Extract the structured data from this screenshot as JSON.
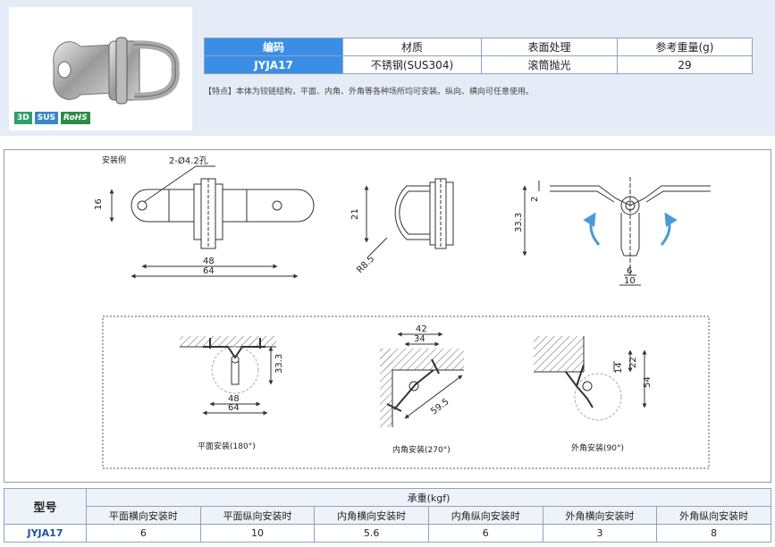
{
  "product": {
    "badges": [
      "3D",
      "SUS",
      "RoHS"
    ]
  },
  "spec": {
    "headers": [
      "编码",
      "材质",
      "表面处理",
      "参考重量(g)"
    ],
    "row": [
      "JYJA17",
      "不锈钢(SUS304)",
      "滚筒抛光",
      "29"
    ],
    "feature_note": "【特点】本体为铰链结构，平面、内角、外角等各种场所均可安装。纵向、横向可任意使用。"
  },
  "drawing": {
    "hole_callout": "2-Ø4.2孔",
    "height_16": "16",
    "length_48": "48",
    "length_64": "64",
    "side_21": "21",
    "radius": "R8.5",
    "gap_2": "2",
    "height_33_3": "33.3",
    "width_6": "6",
    "width_10": "10",
    "example_title": "安装例",
    "flat_33_3": "33.3",
    "flat_48": "48",
    "flat_64": "64",
    "flat_caption": "平面安装(180°)",
    "inner_42": "42",
    "inner_34": "34",
    "inner_59_5": "59.5",
    "inner_caption": "内角安装(270°)",
    "outer_14": "14",
    "outer_22": "22",
    "outer_54": "54",
    "outer_caption": "外角安装(90°)",
    "accent_color": "#4a9ad8"
  },
  "load": {
    "model_header": "型号",
    "group_header": "承重(kgf)",
    "columns": [
      "平面横向安装时",
      "平面纵向安装时",
      "内角横向安装时",
      "内角纵向安装时",
      "外角横向安装时",
      "外角纵向安装时"
    ],
    "model": "JYJA17",
    "values": [
      "6",
      "10",
      "5.6",
      "6",
      "3",
      "8"
    ]
  }
}
